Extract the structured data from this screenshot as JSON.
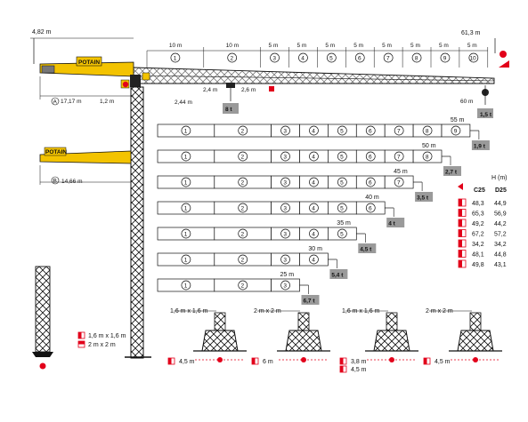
{
  "colors": {
    "accent": "#e2001a",
    "boom": "#f3c300",
    "badge": "#9a9a9a",
    "line": "#111111"
  },
  "top": {
    "height_left": "4,82 m",
    "height_right": "61,3 m",
    "seg_lengths": [
      "10 m",
      "10 m",
      "5 m",
      "5 m",
      "5 m",
      "5 m",
      "5 m",
      "5 m",
      "5 m",
      "5 m"
    ],
    "seg_numbers": [
      "1",
      "2",
      "3",
      "4",
      "5",
      "6",
      "7",
      "8",
      "9",
      "10"
    ],
    "counter_jib_a": "17,17 m",
    "counter_jib_b": "1,2 m",
    "dim_244": "2,44 m",
    "dim_24": "2,4 m",
    "dim_26": "2,6 m",
    "tip_load": "8 t",
    "max_radius": "60 m",
    "max_load": "1,5 t",
    "brand": "POTAIN",
    "variant_a": "A",
    "variant_b": "B"
  },
  "counter_jib_b": "14,66 m",
  "configs": [
    {
      "length": "55 m",
      "segs": [
        "1",
        "2",
        "3",
        "4",
        "5",
        "6",
        "7",
        "8",
        "9"
      ],
      "load": "1,9 t"
    },
    {
      "length": "50 m",
      "segs": [
        "1",
        "2",
        "3",
        "4",
        "5",
        "6",
        "7",
        "8"
      ],
      "load": "2,7 t"
    },
    {
      "length": "45 m",
      "segs": [
        "1",
        "2",
        "3",
        "4",
        "5",
        "6",
        "7"
      ],
      "load": "3,5 t"
    },
    {
      "length": "40 m",
      "segs": [
        "1",
        "2",
        "3",
        "4",
        "5",
        "6"
      ],
      "load": "4 t"
    },
    {
      "length": "35 m",
      "segs": [
        "1",
        "2",
        "3",
        "4",
        "5"
      ],
      "load": "4,5 t"
    },
    {
      "length": "30 m",
      "segs": [
        "1",
        "2",
        "3",
        "4"
      ],
      "load": "5,4 t"
    },
    {
      "length": "25 m",
      "segs": [
        "1",
        "2",
        "3"
      ],
      "load": "6,7 t"
    }
  ],
  "height_table": {
    "title": "H (m)",
    "col1": "C25",
    "col2": "D25",
    "rows": [
      {
        "c25": "48,3",
        "d25": "44,9"
      },
      {
        "c25": "65,3",
        "d25": "56,9"
      },
      {
        "c25": "49,2",
        "d25": "44,2"
      },
      {
        "c25": "67,2",
        "d25": "57,2"
      },
      {
        "c25": "34,2",
        "d25": "34,2"
      },
      {
        "c25": "48,1",
        "d25": "44,8"
      },
      {
        "c25": "49,8",
        "d25": "43,1"
      }
    ]
  },
  "mast_legend": [
    "1,6 m x 1,6 m",
    "2 m x 2 m"
  ],
  "bases": [
    {
      "section": "1,6 m x 1,6 m",
      "spans": [
        "4,5 m"
      ]
    },
    {
      "section": "2 m x 2 m",
      "spans": [
        "6 m"
      ]
    },
    {
      "section": "1,6 m x 1,6 m",
      "spans": [
        "3,8 m",
        "4,5 m"
      ]
    },
    {
      "section": "2 m x 2 m",
      "spans": [
        "4,5 m"
      ]
    }
  ]
}
